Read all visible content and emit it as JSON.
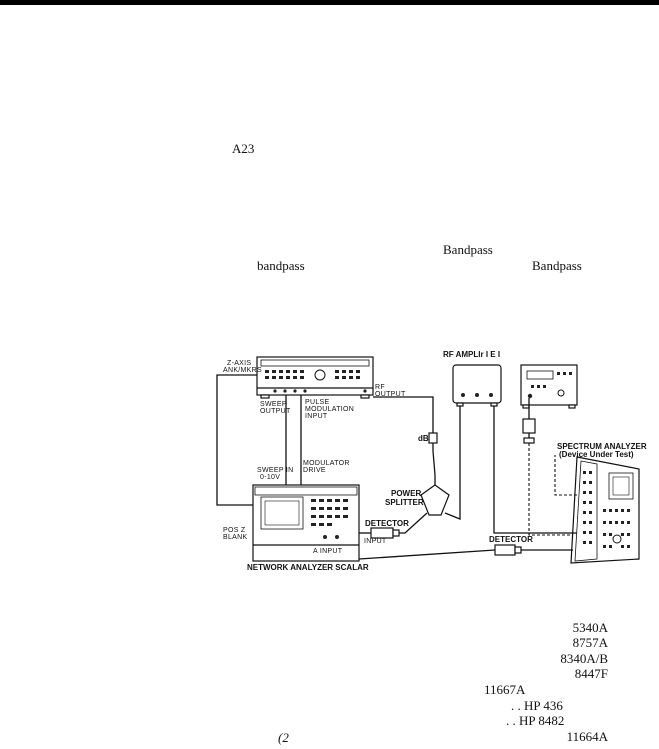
{
  "texts": {
    "a23": "A23",
    "bandpass_1": "Bandpass",
    "bandpass_2": "bandpass",
    "bandpass_3": "Bandpass",
    "equipment_1": "5340A",
    "equipment_2": "8757A",
    "equipment_3": "8340A/B",
    "equipment_4": "8447F",
    "equipment_5": "11667A",
    "equipment_6": ". . HP 436",
    "equipment_7": ". . HP 8482",
    "equipment_8": "11664A",
    "fragment": "(2"
  },
  "diagram": {
    "z_axis": "Z-AXIS",
    "ank_mkrs": "ANK/MKRS",
    "rf_output_1": "RF",
    "rf_output_2": "OUTPUT",
    "sweep_output_1": "SWEEP",
    "sweep_output_2": "OUTPUT",
    "pulse_mod_1": "PULSE",
    "pulse_mod_2": "MODULATION",
    "pulse_mod_3": "INPUT",
    "rf_amplifier": "RF AMPLIr I E I",
    "db": "dB",
    "sweep_in_1": "SWEEP IN",
    "sweep_in_2": "0-10V",
    "modulator_1": "MODULATOR",
    "modulator_2": "DRIVE",
    "power_1": "POWER",
    "power_2": "SPLITTER",
    "detector_left": "DETECTOR",
    "detector_right": "DETECTOR",
    "pos_z_1": "POS Z",
    "pos_z_2": "BLANK",
    "a_input": "A INPUT",
    "input": "INPUT",
    "network_analyzer": "NETWORK ANALYZER SCALAR",
    "spectrum_1": "SPECTRUM ANALYZER",
    "spectrum_2": "(Device Under Test)"
  }
}
